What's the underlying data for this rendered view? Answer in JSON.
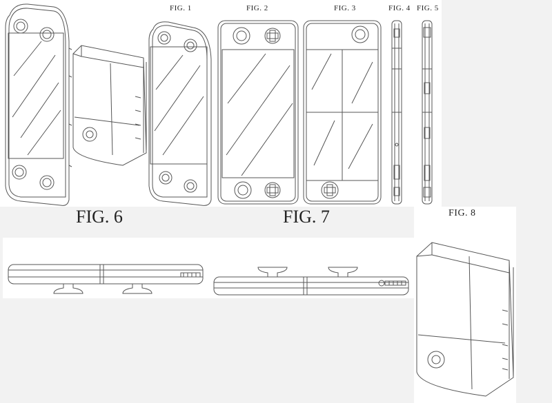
{
  "figures": {
    "fig1": "FIG. 1",
    "fig2": "FIG. 2",
    "fig3": "FIG. 3",
    "fig4": "FIG. 4",
    "fig5": "FIG. 5",
    "fig6": "FIG. 6",
    "fig7": "FIG. 7",
    "fig8": "FIG. 8"
  },
  "colors": {
    "line": "#555555",
    "background": "#ffffff",
    "outside": "#f2f2f2"
  }
}
